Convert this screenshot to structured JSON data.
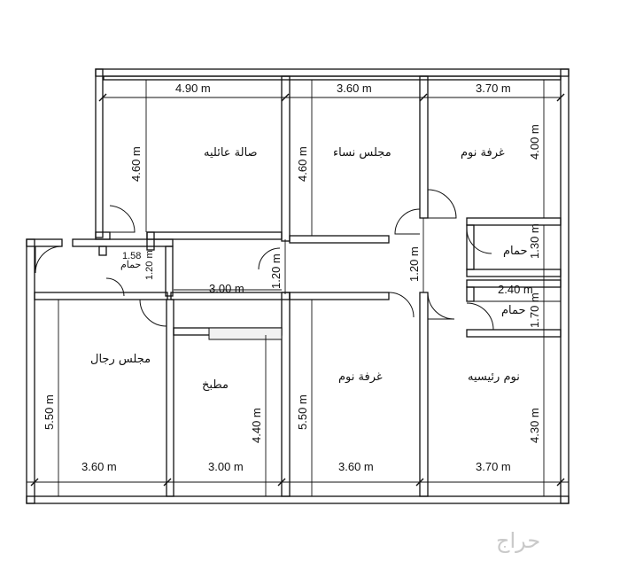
{
  "rooms": {
    "family_hall": "صالة عائليه",
    "women_majlis": "مجلس نساء",
    "bedroom_top": "غرفة نوم",
    "bath_top": "حمام",
    "bath_small": "حمام",
    "bath_mid": "حمام",
    "men_majlis": "مجلس رجال",
    "kitchen": "مطبخ",
    "bedroom_bottom": "غرفة نوم",
    "master_bedroom": "نوم رئيسيه"
  },
  "dims": {
    "top_1": "4.90 m",
    "top_2": "3.60 m",
    "top_3": "3.70 m",
    "v_family": "4.60 m",
    "v_women": "4.60 m",
    "v_bed_top": "4.00 m",
    "bath_top_v": "1.30 m",
    "bath_small_w": "1.58",
    "bath_small_h": "1.20 m",
    "corridor_1": "1.20 m",
    "corridor_2": "1.20 m",
    "corridor_len": "3.00 m",
    "bath_mid_w": "2.40 m",
    "bath_mid_v": "1.70 m",
    "v_men": "5.50 m",
    "v_kitchen": "4.40 m",
    "v_bed_bottom": "5.50 m",
    "v_master": "4.30 m",
    "bottom_1": "3.60 m",
    "bottom_2": "3.00 m",
    "bottom_3": "3.60 m",
    "bottom_4": "3.70 m"
  },
  "watermark": "حراج"
}
